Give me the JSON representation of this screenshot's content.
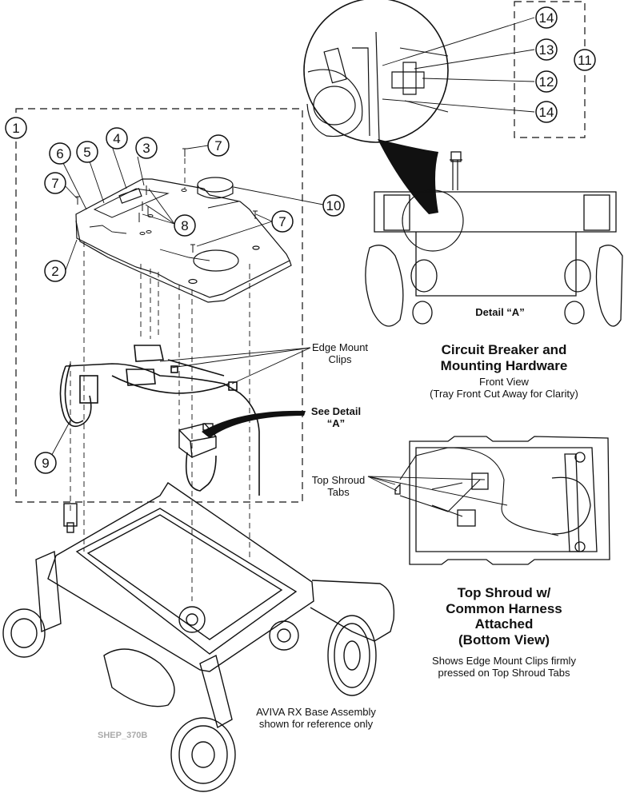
{
  "figure_code": "SHEP_370B",
  "callout_numbers": [
    "1",
    "2",
    "3",
    "4",
    "5",
    "6",
    "7",
    "7",
    "7",
    "7",
    "8",
    "9",
    "10",
    "11",
    "12",
    "13",
    "14",
    "14"
  ],
  "labels": {
    "edge_mount_clips": [
      "Edge Mount",
      "Clips"
    ],
    "see_detail": [
      "See Detail",
      "“A”"
    ],
    "top_shroud_tabs": [
      "Top Shroud",
      "Tabs"
    ],
    "detail_a": "Detail “A”",
    "base_note": [
      "AVIVA RX Base Assembly",
      "shown for reference only"
    ]
  },
  "circuit_breaker_section": {
    "title": [
      "Circuit Breaker and",
      "Mounting Hardware"
    ],
    "subtitle": [
      "Front View",
      "(Tray Front Cut Away for Clarity)"
    ]
  },
  "top_shroud_section": {
    "title": [
      "Top Shroud w/",
      "Common Harness",
      "Attached",
      "(Bottom View)"
    ],
    "subtitle": [
      "Shows Edge Mount Clips firmly",
      "pressed on Top Shroud Tabs"
    ]
  }
}
